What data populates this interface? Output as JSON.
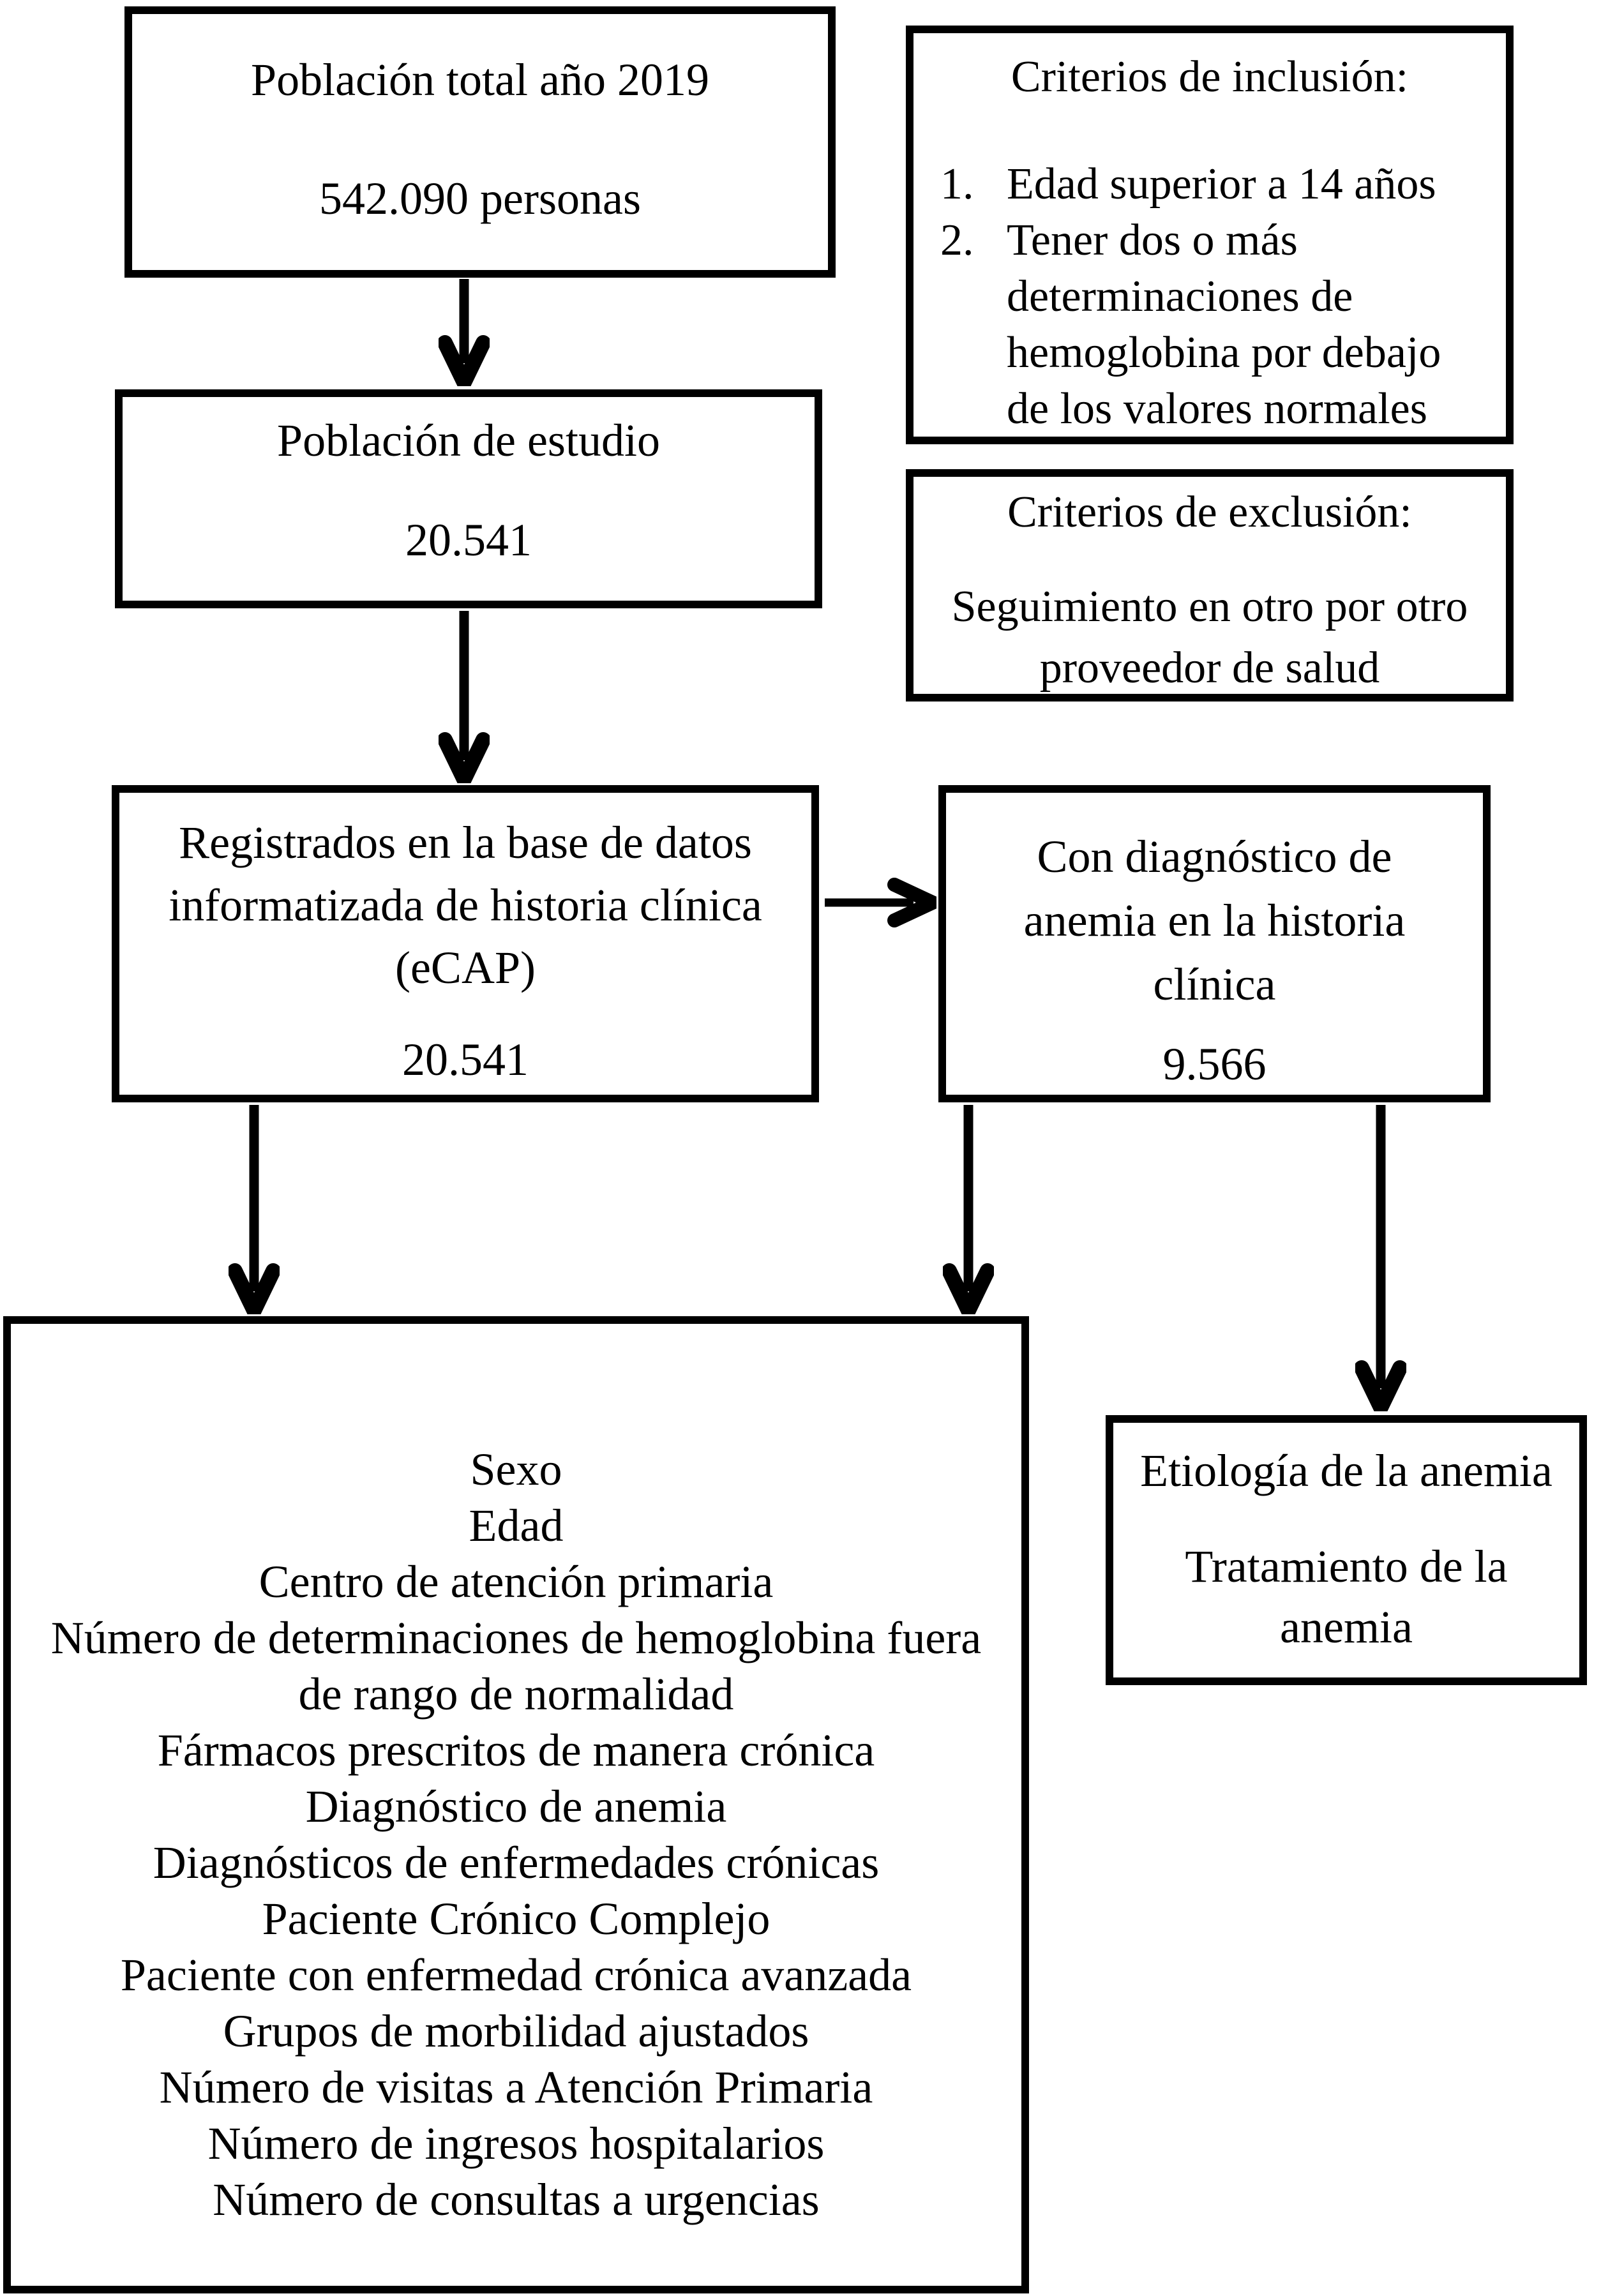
{
  "figure": {
    "background_color": "#ffffff",
    "ink_color": "#000000"
  },
  "boxes": {
    "poblacion_total": {
      "title": "Población total año 2019",
      "value": "542.090 personas"
    },
    "criterios_inclusion": {
      "title": "Criterios de inclusión:",
      "items": [
        {
          "num": "1.",
          "text": "Edad superior a 14 años"
        },
        {
          "num": "2.",
          "text": "Tener dos o más determinaciones de hemoglobina por debajo de los valores normales"
        }
      ]
    },
    "poblacion_estudio": {
      "title": "Población de estudio",
      "value": "20.541"
    },
    "criterios_exclusion": {
      "title": "Criterios de exclusión:",
      "lines": [
        "Seguimiento en otro por otro",
        "proveedor de salud"
      ]
    },
    "registrados_ecap": {
      "lines": [
        "Registrados en la base de datos",
        "informatizada de historia clínica",
        "(eCAP)"
      ],
      "value": "20.541"
    },
    "con_diagnostico": {
      "lines": [
        "Con diagnóstico de",
        "anemia en la historia",
        "clínica"
      ],
      "value": "9.566"
    },
    "variables": {
      "items": [
        "Sexo",
        "Edad",
        "Centro de atención primaria",
        "Número de determinaciones de hemoglobina fuera de rango de normalidad",
        "Fármacos prescritos de manera crónica",
        "Diagnóstico de anemia",
        "Diagnósticos de enfermedades crónicas",
        "Paciente Crónico Complejo",
        "Paciente con enfermedad crónica avanzada",
        "Grupos de morbilidad ajustados",
        "Número de visitas a Atención Primaria",
        "Número de ingresos hospitalarios",
        "Número de consultas a urgencias"
      ]
    },
    "resultados": {
      "line1": "Etiología de la anemia",
      "line2": "Tratamiento de la anemia"
    }
  }
}
